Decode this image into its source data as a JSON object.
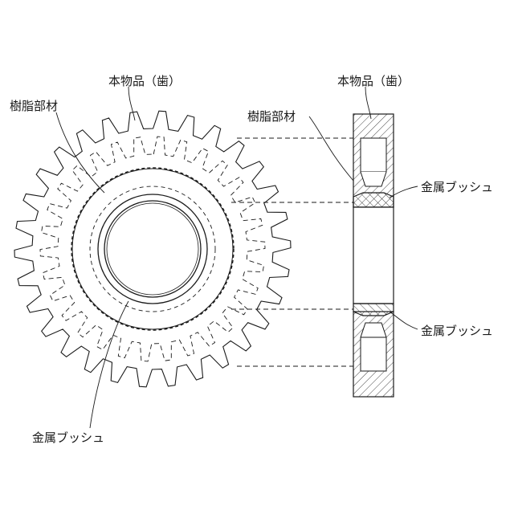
{
  "labels": {
    "main_part_teeth": "本物品（歯）",
    "resin_member": "樹脂部材",
    "metal_bush": "金属ブッシュ"
  },
  "colors": {
    "line": "#1a1a1a",
    "background": "#ffffff"
  }
}
